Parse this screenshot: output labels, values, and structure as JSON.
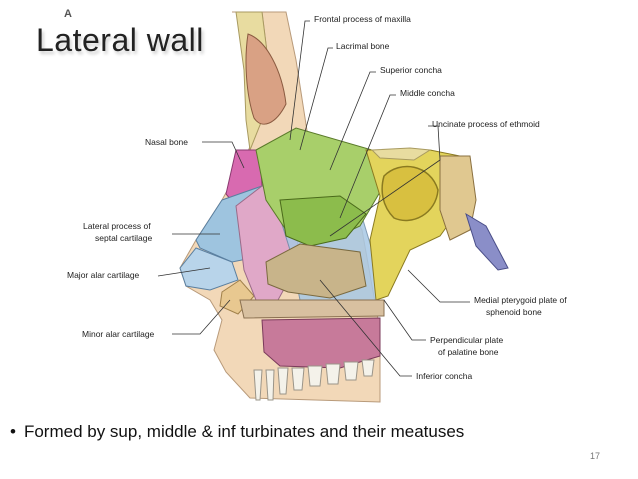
{
  "slide": {
    "title": "Lateral wall",
    "figure_letter": "A",
    "bullet": "Formed by sup, middle & inf turbinates and their meatuses",
    "page_number": "17"
  },
  "labels": {
    "frontal_process": "Frontal process of maxilla",
    "lacrimal_bone": "Lacrimal bone",
    "superior_concha": "Superior concha",
    "middle_concha": "Middle concha",
    "uncinate_process": "Uncinate process of ethmoid",
    "nasal_bone": "Nasal bone",
    "lateral_process_1": "Lateral process of",
    "lateral_process_2": "septal cartilage",
    "major_alar": "Major alar cartilage",
    "minor_alar": "Minor alar cartilage",
    "medial_pterygoid_1": "Medial pterygoid plate of",
    "medial_pterygoid_2": "sphenoid bone",
    "perpendicular_plate_1": "Perpendicular plate",
    "perpendicular_plate_2": "of palatine bone",
    "inferior_concha": "Inferior concha"
  },
  "colors": {
    "skin": "#f2d8b8",
    "bone": "#e8dca0",
    "frontal_sinus": "#d9a184",
    "green_bone": "#a8cf6a",
    "blue_cartilage": "#9ec4df",
    "pink_maxilla": "#e0a8c8",
    "inferior_concha": "#c8b48a",
    "yellow_palatine": "#e3d45c",
    "purple_pterygoid": "#8a8ec8",
    "palate_pink": "#c77a9a",
    "teeth": "#f4f2ea"
  }
}
